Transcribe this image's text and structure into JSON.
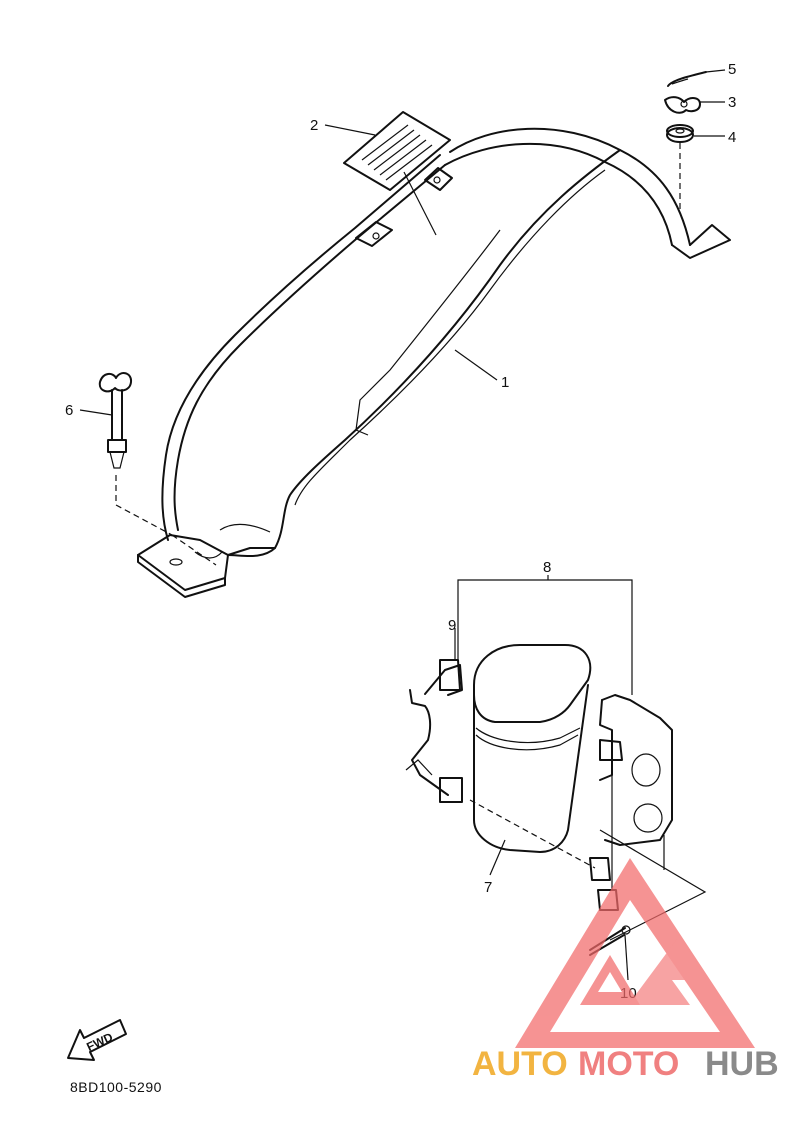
{
  "callouts": {
    "c1": "1",
    "c2": "2",
    "c3": "3",
    "c4": "4",
    "c5": "5",
    "c6": "6",
    "c7": "7",
    "c8": "8",
    "c9": "9",
    "c10": "10"
  },
  "direction_arrow": "FWD",
  "diagram_code": "8BD100-5290",
  "watermark": {
    "part1": "AUTO",
    "part2": "MOTO",
    "part3": "HUB",
    "colors": {
      "auto": "#f2b441",
      "moto": "#f08080",
      "hub": "#8a8a8a",
      "logo": "#f26a6a"
    }
  }
}
